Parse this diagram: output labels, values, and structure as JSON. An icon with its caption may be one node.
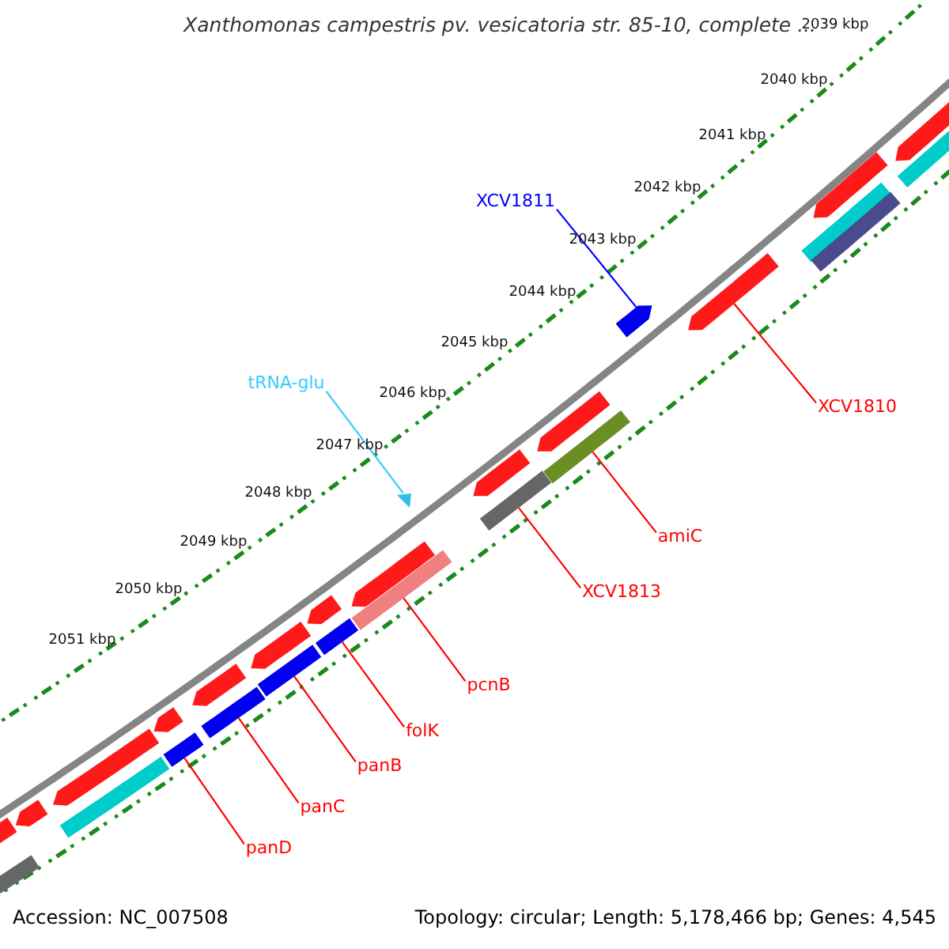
{
  "diagram": {
    "title": "Xanthomonas campestris pv. vesicatoria str. 85-10, complete ...",
    "nodes": [
      {
        "text": [
          "XCV1811"
        ]
      },
      {
        "text": [],
        "shape": "pentagon"
      },
      {
        "text": [
          "tRNA-glu"
        ]
      },
      {
        "text": [],
        "shape": "triangle"
      },
      {
        "text": [
          "XCV1810"
        ]
      },
      {
        "text": [],
        "shape": "pentagon"
      },
      {
        "text": [
          "amiC"
        ]
      },
      {
        "text": [],
        "shape": "bar"
      },
      {
        "text": [
          "XCV1813"
        ]
      },
      {
        "text": [],
        "shape": "bar"
      },
      {
        "text": [
          "pcnB"
        ]
      },
      {
        "text": [],
        "shape": "bar"
      },
      {
        "text": [
          "folK"
        ]
      },
      {
        "text": [],
        "shape": "bar"
      },
      {
        "text": [
          "panB"
        ]
      },
      {
        "text": [],
        "shape": "bar"
      },
      {
        "text": [
          "panC"
        ]
      },
      {
        "text": [],
        "shape": "bar"
      },
      {
        "text": [
          "panD"
        ]
      },
      {
        "text": [],
        "shape": "bar"
      },
      {
        "text": [],
        "shape": "pentagon"
      },
      {
        "text": [],
        "shape": "bar"
      },
      {
        "text": [],
        "shape": "pentagon"
      },
      {
        "text": [],
        "shape": "pentagon"
      },
      {
        "text": [],
        "shape": "bar"
      },
      {
        "text": [],
        "shape": "pentagon"
      },
      {
        "text": [],
        "shape": "pentagon"
      },
      {
        "text": [],
        "shape": "pentagon"
      },
      {
        "text": [],
        "shape": "pentagon"
      },
      {
        "text": [],
        "shape": "pentagon"
      },
      {
        "text": [],
        "shape": "pentagon"
      },
      {
        "text": [],
        "shape": "pentagon"
      },
      {
        "text": [],
        "shape": "bar"
      },
      {
        "text": [],
        "shape": "pentagon"
      },
      {
        "text": [],
        "shape": "bar"
      },
      {
        "text": [],
        "shape": "pentagon"
      },
      {
        "text": [],
        "shape": "bar"
      }
    ],
    "edges": [
      {
        "from": 0,
        "to": 1,
        "arrow": "none",
        "color": "#0000ff"
      },
      {
        "from": 2,
        "to": 3,
        "arrow": "none",
        "color": "#33ccff"
      },
      {
        "from": 4,
        "to": 5,
        "arrow": "none"
      },
      {
        "from": 6,
        "to": 7,
        "arrow": "none"
      },
      {
        "from": 8,
        "to": 9,
        "arrow": "none"
      },
      {
        "from": 10,
        "to": 11,
        "arrow": "none"
      },
      {
        "from": 12,
        "to": 13,
        "arrow": "none"
      },
      {
        "from": 14,
        "to": 15,
        "arrow": "none"
      },
      {
        "from": 16,
        "to": 17,
        "arrow": "none"
      },
      {
        "from": 18,
        "to": 19,
        "arrow": "none"
      }
    ],
    "labels": [
      "2039 kbp",
      "2040 kbp",
      "2041 kbp",
      "2042 kbp",
      "2043 kbp",
      "2044 kbp",
      "2045 kbp",
      "2046 kbp",
      "2047 kbp",
      "2048 kbp",
      "2049 kbp",
      "2050 kbp",
      "2051 kbp",
      "Accession: NC_007508",
      "Topology: circular; Length: 5,178,466 bp; Genes: 4,545"
    ]
  }
}
